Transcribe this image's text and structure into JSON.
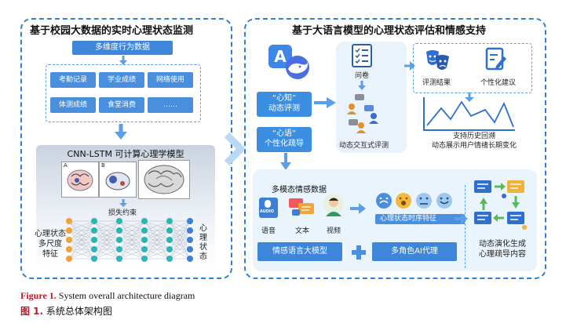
{
  "left": {
    "title": "基于校园大数据的实时心理状态监测",
    "data_header": "多维度行为数据",
    "data_items": [
      "考勤记录",
      "学业成绩",
      "网络使用",
      "体测成绩",
      "食堂消费",
      "……"
    ],
    "model_title": "CNN-LSTM 可计算心理学模型",
    "panel_labels": [
      "A",
      "B"
    ],
    "loss_label": "损失约束",
    "input_label": "心理状态\n多尺度\n特征",
    "output_label": "心\n理\n状\n态"
  },
  "right": {
    "title": "基于大语言模型的心理状态评估和情感支持",
    "xinzhi": "“心知”\n动态评测",
    "xinyu": "“心语”\n个性化疏导",
    "questionnaire": "问卷",
    "interactive_eval": "动态交互式评测",
    "eval_result": "评测结果",
    "personal_advice": "个性化建议",
    "history_caption": "支持历史回溯\n动态展示用户情绪长期变化",
    "multimodal_title": "多模态情感数据",
    "modalities": [
      "语音",
      "文本",
      "视频"
    ],
    "audio_tag": "AUDIO",
    "timeseries": "心理状态时序特征",
    "emotion_llm": "情感语言大模型",
    "multi_agent": "多角色AI代理",
    "dynamic_gen": "动态演化生成\n心理疏导内容"
  },
  "caption": {
    "en_label": "Figure 1.",
    "en_text": "System overall architecture diagram",
    "cn_label": "图 1.",
    "cn_text": "系统总体架构图"
  },
  "colors": {
    "accent": "#2f7fd6",
    "chip": "#4a8fde",
    "light": "#e9f4fd",
    "green": "#5db85d",
    "caption_red": "#c0182a"
  },
  "icons": [
    "app-logo-icon",
    "whale-logo-icon",
    "checklist-icon",
    "chat-users-icon",
    "theater-masks-icon",
    "edit-note-icon",
    "line-chart-icon",
    "microphone-icon",
    "chat-bubbles-icon",
    "person-icon",
    "emoji-faces-icon",
    "chat-cycle-icon",
    "plus-icon",
    "brain-icon",
    "neural-network-icon"
  ]
}
